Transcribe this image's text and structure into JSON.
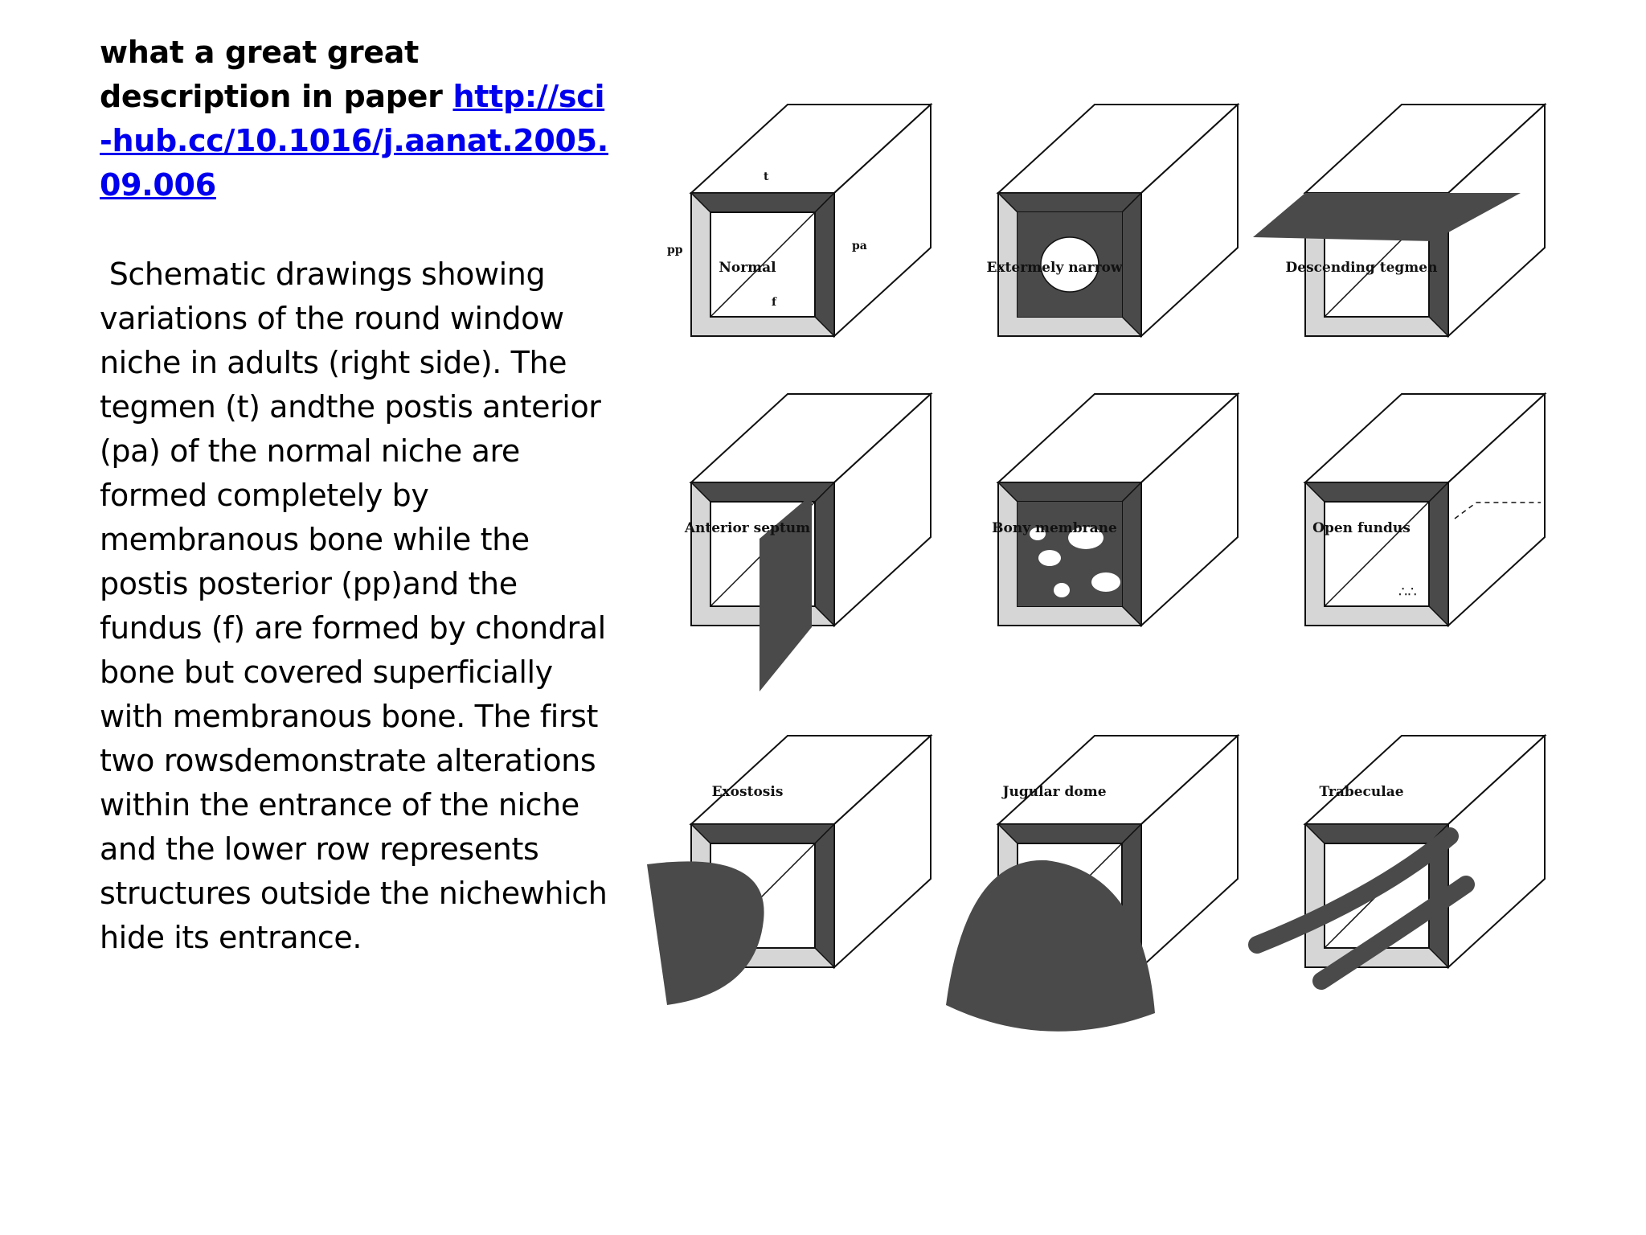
{
  "heading": {
    "text": "what a great great description in paper ",
    "link_text": "http://sci-hub.cc/10.1016/j.aanat.2005.09.006"
  },
  "description": " Schematic drawings showing variations of the round window niche in adults (right side). The tegmen (t) andthe postis anterior (pa) of the normal niche are formed completely by membranous bone while the postis posterior (pp)and the fundus (f) are formed by chondral bone but covered superficially with membranous bone. The first two rowsdemonstrate alterations within the entrance of the niche and the lower row represents structures outside the nichewhich hide its entrance.",
  "figure": {
    "part_labels": {
      "t": "t",
      "pa": "pa",
      "pp": "pp",
      "f": "f"
    },
    "panels": [
      {
        "label": "Normal"
      },
      {
        "label": "Extermely narrow"
      },
      {
        "label": "Descending tegmen"
      },
      {
        "label": "Anterior septum"
      },
      {
        "label": "Bony membrane"
      },
      {
        "label": "Open fundus"
      },
      {
        "label": "Exostosis"
      },
      {
        "label": "Jugular dome"
      },
      {
        "label": "Trabeculae"
      }
    ]
  },
  "colors": {
    "link": "#0000ee",
    "dark_fill": "#4a4a4a",
    "light_fill": "#d6d6d6",
    "line": "#111111"
  }
}
